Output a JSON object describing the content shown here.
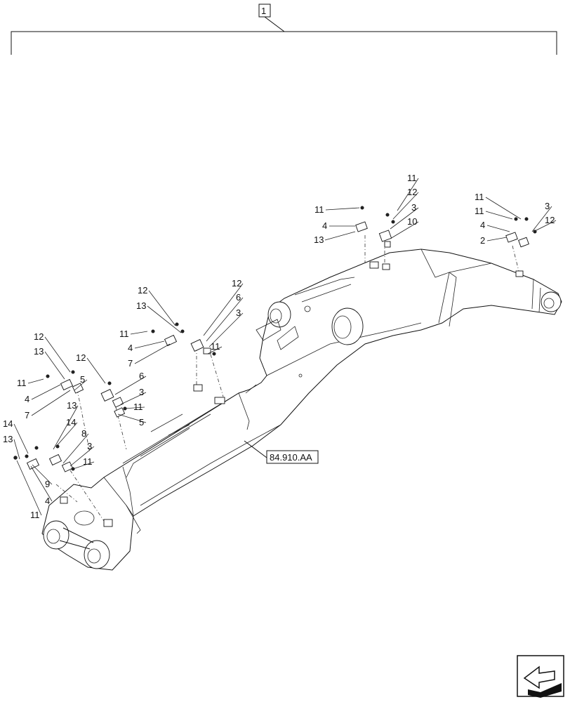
{
  "diagram": {
    "assembly_callout": "1",
    "reference_label": "84.910.AA",
    "callouts": [
      {
        "text": "11",
        "group": "arm-top"
      },
      {
        "text": "12",
        "group": "arm-top"
      },
      {
        "text": "3",
        "group": "arm-top"
      },
      {
        "text": "10",
        "group": "arm-top"
      },
      {
        "text": "11",
        "group": "arm-top"
      },
      {
        "text": "4",
        "group": "arm-top"
      },
      {
        "text": "13",
        "group": "arm-top"
      },
      {
        "text": "11",
        "group": "arm-end"
      },
      {
        "text": "11",
        "group": "arm-end"
      },
      {
        "text": "4",
        "group": "arm-end"
      },
      {
        "text": "3",
        "group": "arm-end"
      },
      {
        "text": "12",
        "group": "arm-end"
      },
      {
        "text": "2",
        "group": "arm-end"
      },
      {
        "text": "12",
        "group": "mid-right"
      },
      {
        "text": "6",
        "group": "mid-right"
      },
      {
        "text": "3",
        "group": "mid-right"
      },
      {
        "text": "11",
        "group": "mid-right"
      },
      {
        "text": "12",
        "group": "mid-left"
      },
      {
        "text": "13",
        "group": "mid-left"
      },
      {
        "text": "11",
        "group": "mid-left"
      },
      {
        "text": "4",
        "group": "mid-left"
      },
      {
        "text": "7",
        "group": "mid-left"
      },
      {
        "text": "12",
        "group": "lower-right"
      },
      {
        "text": "6",
        "group": "lower-right"
      },
      {
        "text": "3",
        "group": "lower-right"
      },
      {
        "text": "11",
        "group": "lower-right"
      },
      {
        "text": "5",
        "group": "lower-right"
      },
      {
        "text": "12",
        "group": "lower-left"
      },
      {
        "text": "13",
        "group": "lower-left"
      },
      {
        "text": "11",
        "group": "lower-left"
      },
      {
        "text": "4",
        "group": "lower-left"
      },
      {
        "text": "5",
        "group": "lower-left"
      },
      {
        "text": "7",
        "group": "lower-left"
      },
      {
        "text": "13",
        "group": "front"
      },
      {
        "text": "14",
        "group": "front"
      },
      {
        "text": "8",
        "group": "front"
      },
      {
        "text": "3",
        "group": "front"
      },
      {
        "text": "11",
        "group": "front"
      },
      {
        "text": "14",
        "group": "front"
      },
      {
        "text": "13",
        "group": "front"
      },
      {
        "text": "9",
        "group": "front"
      },
      {
        "text": "4",
        "group": "front"
      },
      {
        "text": "11",
        "group": "front"
      }
    ]
  },
  "nav": {
    "icon": "next-page-arrow-icon"
  }
}
